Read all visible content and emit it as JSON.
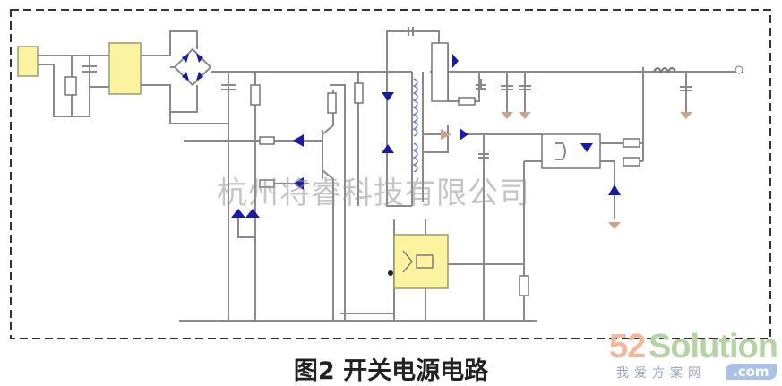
{
  "figure": {
    "caption": "图2 开关电源电路",
    "watermark": "杭州将睿科技有限公司"
  },
  "logo": {
    "number": "52",
    "word": "Solution",
    "chinese": "我爱方案网",
    "domain": ".com"
  },
  "colors": {
    "wire": "#8a8a8a",
    "diode": "#1a1aa8",
    "ic_fill": "#fbf3a0",
    "ground": "#c9a48c",
    "border": "#333333"
  }
}
